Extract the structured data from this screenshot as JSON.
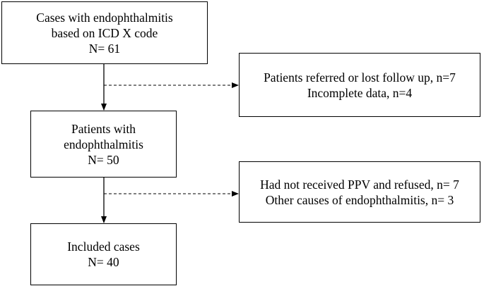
{
  "flowchart": {
    "cases_box": {
      "line1": "Cases with endophthalmitis",
      "line2": "based on ICD X code",
      "line3": "N= 61"
    },
    "exclusion_1": {
      "line1": "Patients referred or lost follow up, n=7",
      "line2": "Incomplete data, n=4"
    },
    "patients_box": {
      "line1": "Patients with",
      "line2": "endophthalmitis",
      "line3": "N= 50"
    },
    "exclusion_2": {
      "line1": "Had not received PPV and refused, n= 7",
      "line2": "Other causes of endophthalmitis, n= 3"
    },
    "included_box": {
      "line1": "Included cases",
      "line2": "N= 40"
    }
  }
}
